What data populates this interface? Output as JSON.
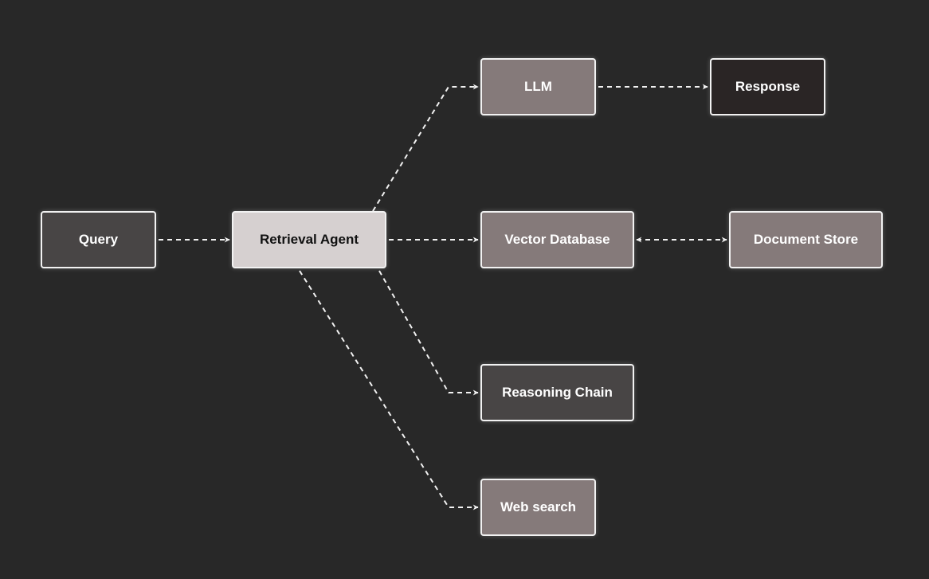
{
  "diagram": {
    "nodes": {
      "query": "Query",
      "retrieval_agent": "Retrieval Agent",
      "llm": "LLM",
      "response": "Response",
      "vector_database": "Vector Database",
      "document_store": "Document Store",
      "reasoning_chain": "Reasoning Chain",
      "web_search": "Web search"
    },
    "edges": [
      {
        "from": "Query",
        "to": "Retrieval Agent",
        "style": "dashed",
        "direction": "forward"
      },
      {
        "from": "Retrieval Agent",
        "to": "LLM",
        "style": "dashed",
        "direction": "forward"
      },
      {
        "from": "Retrieval Agent",
        "to": "Vector Database",
        "style": "dashed",
        "direction": "forward"
      },
      {
        "from": "Retrieval Agent",
        "to": "Reasoning Chain",
        "style": "dashed",
        "direction": "forward"
      },
      {
        "from": "Retrieval Agent",
        "to": "Web search",
        "style": "dashed",
        "direction": "forward"
      },
      {
        "from": "LLM",
        "to": "Response",
        "style": "dashed",
        "direction": "forward"
      },
      {
        "from": "Vector Database",
        "to": "Document Store",
        "style": "dashed",
        "direction": "both"
      }
    ],
    "colors": {
      "background": "#282828",
      "border": "#f2f2f2",
      "node_dark": "#484545",
      "node_light": "#d6d0d0",
      "node_mauve": "#857a7a",
      "node_black": "#2a2525",
      "edge": "#f2f2f2"
    }
  }
}
